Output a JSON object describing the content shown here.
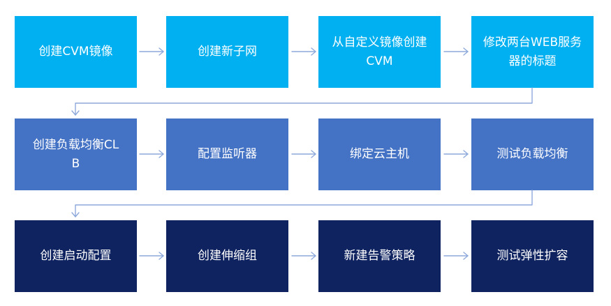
{
  "colors": {
    "row1": "#00b0f0",
    "row2": "#4472c4",
    "row3": "#0f2360",
    "connector": "#8ea9db"
  },
  "rows": [
    {
      "steps": [
        {
          "label": "创建CVM镜像"
        },
        {
          "label": "创建新子网"
        },
        {
          "label": "从自定义镜像创建CVM"
        },
        {
          "label": "修改两台WEB服务器的标题"
        }
      ]
    },
    {
      "steps": [
        {
          "label": "创建负载均衡CLB"
        },
        {
          "label": "配置监听器"
        },
        {
          "label": "绑定云主机"
        },
        {
          "label": "测试负载均衡"
        }
      ]
    },
    {
      "steps": [
        {
          "label": "创建启动配置"
        },
        {
          "label": "创建伸缩组"
        },
        {
          "label": "新建告警策略"
        },
        {
          "label": "测试弹性扩容"
        }
      ]
    }
  ]
}
